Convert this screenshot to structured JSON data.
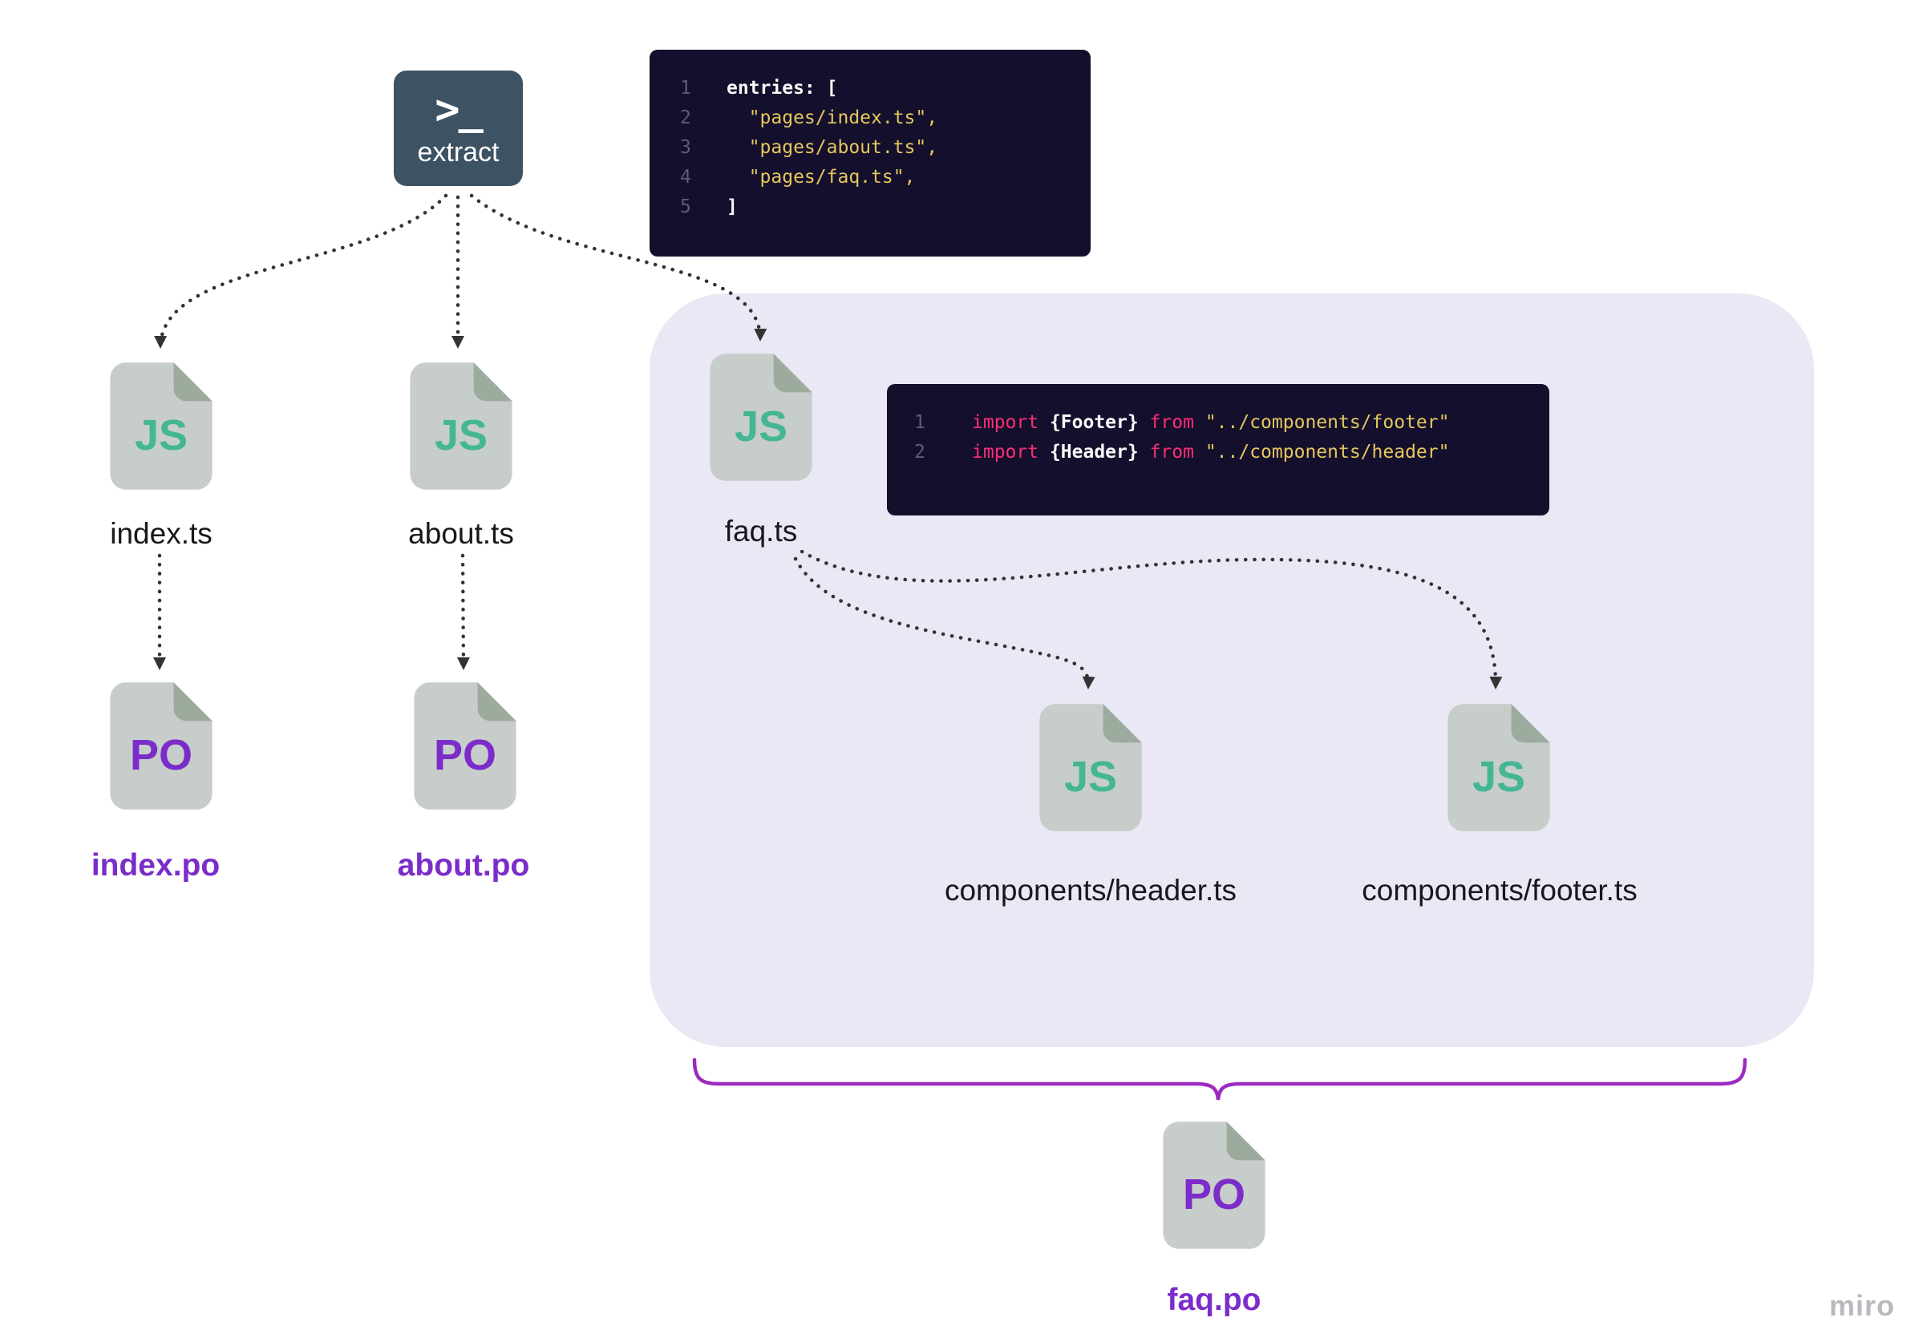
{
  "colors": {
    "terminal_bg": "#3d5263",
    "code_bg": "#130f2c",
    "group_bg": "#e9e8f4",
    "js_badge": "#45b694",
    "po_badge": "#7b2cc9",
    "string_yellow": "#e5c75e",
    "keyword_pink": "#fb2e74",
    "brace_purple": "#9c2bbf",
    "arrow": "#333333"
  },
  "terminal": {
    "icon": ">_",
    "label": "extract"
  },
  "entries_code": {
    "lines": [
      {
        "num": "1",
        "text": "entries: ["
      },
      {
        "num": "2",
        "text": "  \"pages/index.ts\","
      },
      {
        "num": "3",
        "text": "  \"pages/about.ts\","
      },
      {
        "num": "4",
        "text": "  \"pages/faq.ts\","
      },
      {
        "num": "5",
        "text": "]"
      }
    ]
  },
  "imports_code": {
    "lines": [
      {
        "num": "1",
        "kw1": "import",
        "obj": " {Footer} ",
        "kw2": "from",
        "str": " \"../components/footer\""
      },
      {
        "num": "2",
        "kw1": "import",
        "obj": " {Header} ",
        "kw2": "from",
        "str": " \"../components/header\""
      }
    ]
  },
  "files": {
    "index_ts": {
      "badge": "JS",
      "label": "index.ts"
    },
    "about_ts": {
      "badge": "JS",
      "label": "about.ts"
    },
    "faq_ts": {
      "badge": "JS",
      "label": "faq.ts"
    },
    "index_po": {
      "badge": "PO",
      "label": "index.po"
    },
    "about_po": {
      "badge": "PO",
      "label": "about.po"
    },
    "header_ts": {
      "badge": "JS",
      "label": "components/header.ts"
    },
    "footer_ts": {
      "badge": "JS",
      "label": "components/footer.ts"
    },
    "faq_po": {
      "badge": "PO",
      "label": "faq.po"
    }
  },
  "watermark": "miro"
}
